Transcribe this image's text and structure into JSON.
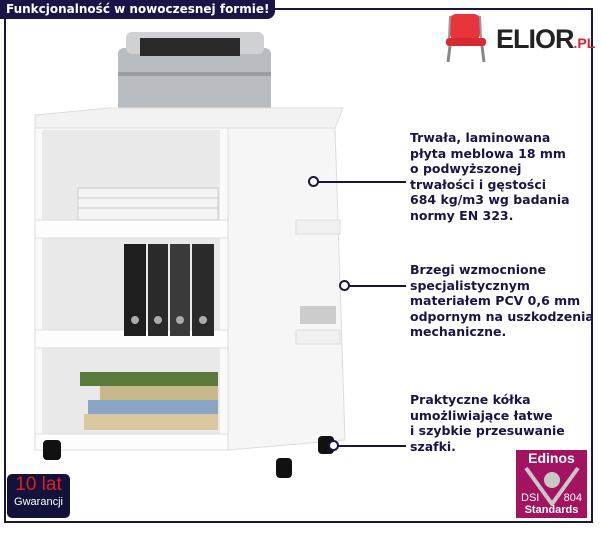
{
  "header": {
    "title": "Funkcjonalność w nowoczesnej formie!"
  },
  "logo": {
    "brand": "ELIOR",
    "suffix": ".PL"
  },
  "features": [
    {
      "lines": [
        "Trwała, laminowana",
        "płyta meblowa 18 mm",
        "o podwyższonej",
        "trwałości i gęstości",
        "684 kg/m3 wg badania",
        "normy EN 323."
      ]
    },
    {
      "lines": [
        "Brzegi wzmocnione",
        "specjalistycznym",
        "materiałem PCV 0,6 mm",
        "odpornym na uszkodzenia",
        "mechaniczne."
      ]
    },
    {
      "lines": [
        "Praktyczne kółka",
        "umożliwiające łatwe",
        "i szybkie przesuwanie",
        "szafki."
      ]
    }
  ],
  "warranty": {
    "line1": "10 lat",
    "line2": "Gwarancji"
  },
  "certificate": {
    "name": "Edinos",
    "left": "DSI",
    "right": "804",
    "bottom": "Standards"
  },
  "colors": {
    "navy": "#1a1546",
    "accent": "#a3135f",
    "red": "#e21c24"
  }
}
